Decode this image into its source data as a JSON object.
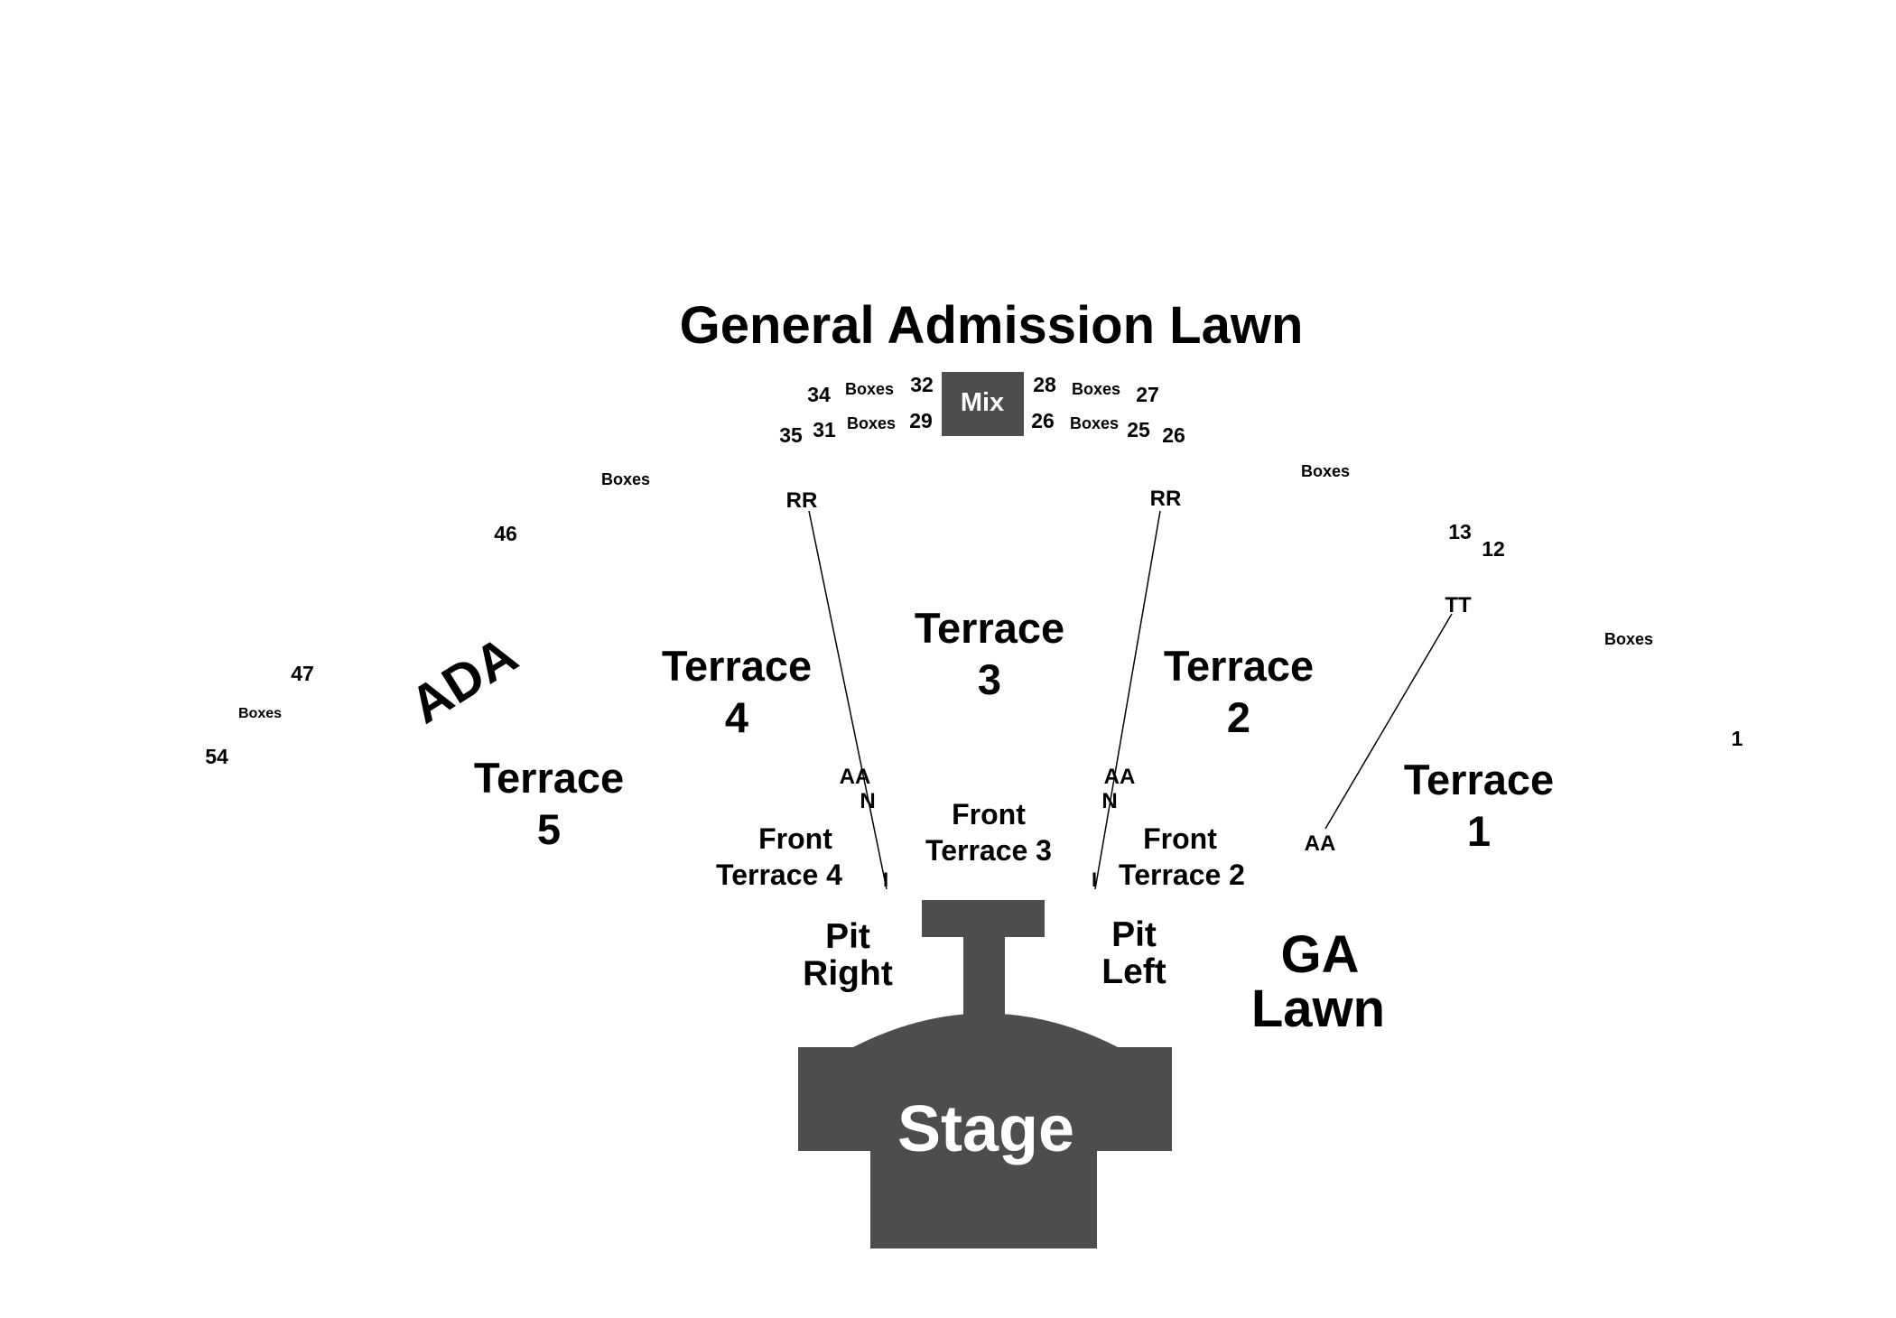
{
  "colors": {
    "background": "#ffffff",
    "venue_shape": "#4d4d4d",
    "text_on_shape": "#ffffff",
    "label": "#000000"
  },
  "map": {
    "title": "General Admission Lawn",
    "mix_label": "Mix",
    "stage_label": "Stage",
    "sections": {
      "terrace_1": [
        "Terrace",
        "1"
      ],
      "terrace_2": [
        "Terrace",
        "2"
      ],
      "terrace_3": [
        "Terrace",
        "3"
      ],
      "terrace_4": [
        "Terrace",
        "4"
      ],
      "terrace_5": [
        "Terrace",
        "5"
      ],
      "front_terrace_2": [
        "Front",
        "Terrace 2"
      ],
      "front_terrace_3": [
        "Front",
        "Terrace 3"
      ],
      "front_terrace_4": [
        "Front",
        "Terrace 4"
      ],
      "pit_right": [
        "Pit",
        "Right"
      ],
      "pit_left": [
        "Pit",
        "Left"
      ],
      "ga_lawn": [
        "GA",
        "Lawn"
      ],
      "ada": "ADA"
    },
    "boxes_label": "Boxes",
    "box_numbers": {
      "n34": "34",
      "n32": "32",
      "n28": "28",
      "n27": "27",
      "n35": "35",
      "n31": "31",
      "n29": "29",
      "n26a": "26",
      "n25": "25",
      "n26b": "26",
      "n46": "46",
      "n47": "47",
      "n54": "54",
      "n13": "13",
      "n12": "12",
      "n1": "1"
    },
    "row_markers": {
      "rr_left": "RR",
      "rr_right": "RR",
      "tt": "TT",
      "aa_left": "AA",
      "aa_center": "AA",
      "aa_right": "AA",
      "n_left": "N",
      "n_center": "N",
      "i_left": "I",
      "i_right": "I"
    }
  }
}
